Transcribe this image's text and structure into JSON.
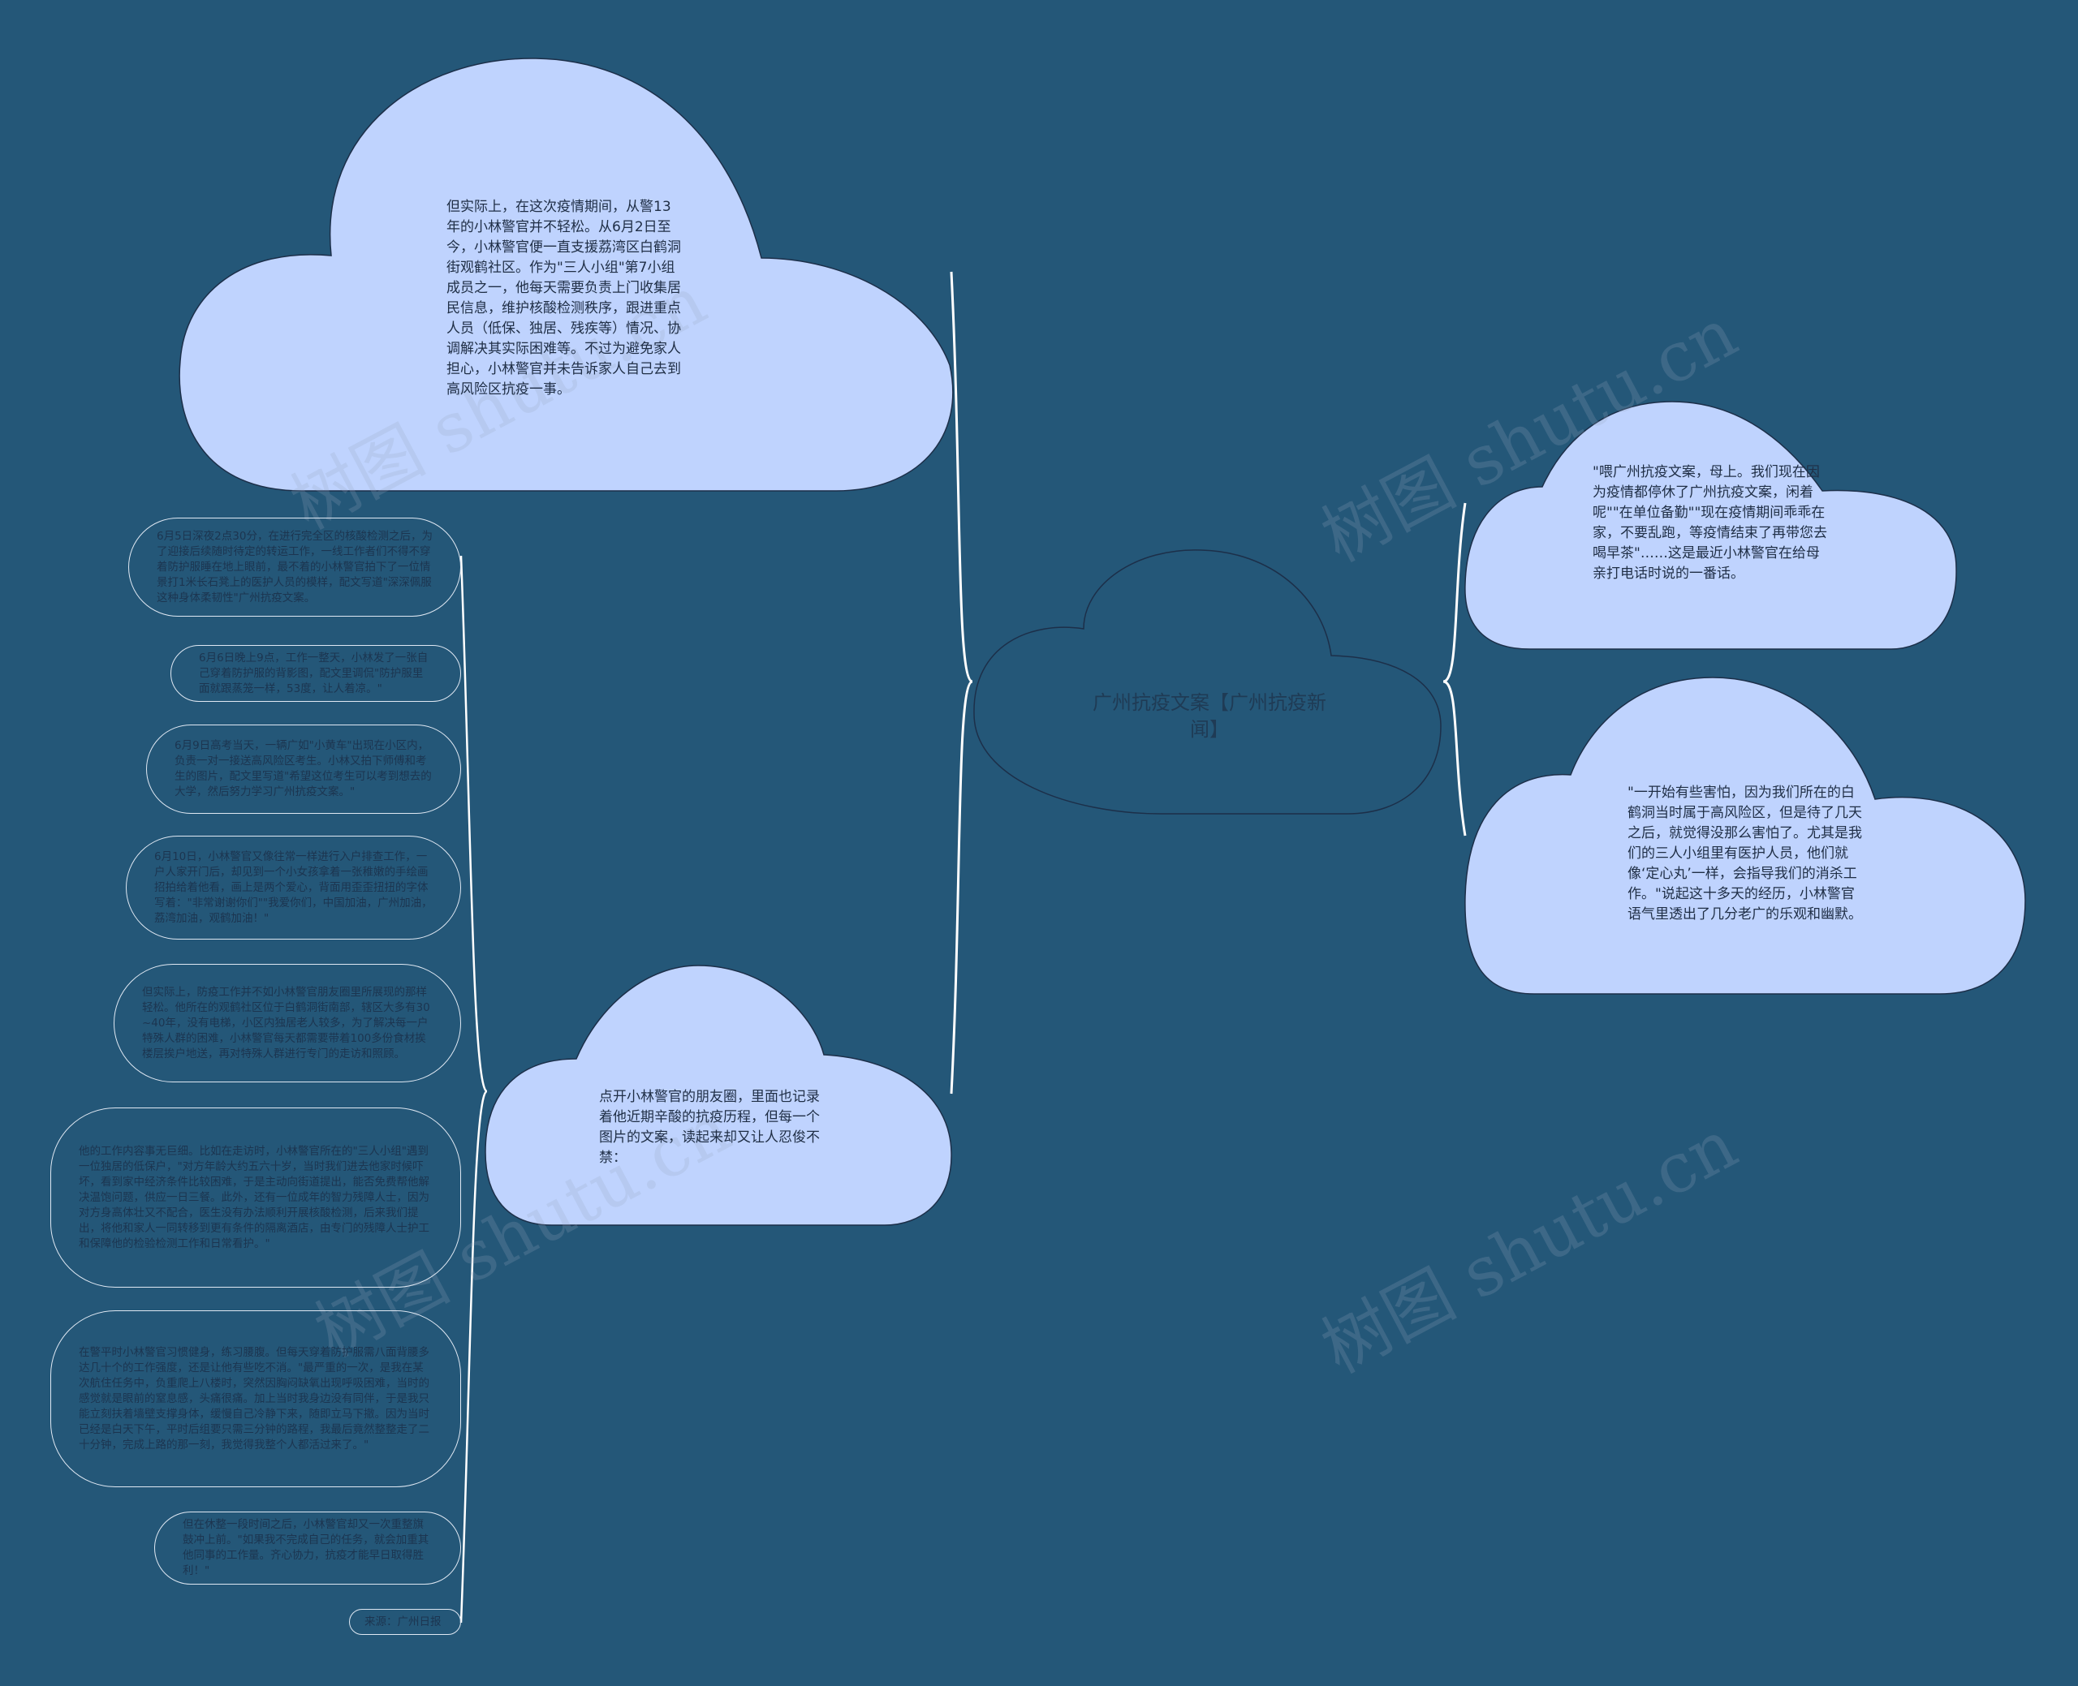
{
  "center": {
    "title": "广州抗疫文案【广州抗疫新闻】"
  },
  "top_cloud": {
    "text": "但实际上，在这次疫情期间，从警13年的小林警官并不轻松。从6月2日至今，小林警官便一直支援荔湾区白鹤洞街观鹤社区。作为\"三人小组\"第7小组成员之一，他每天需要负责上门收集居民信息，维护核酸检测秩序，跟进重点人员（低保、独居、残疾等）情况、协调解决其实际困难等。不过为避免家人担心，小林警官并未告诉家人自己去到高风险区抗疫一事。"
  },
  "bottom_cloud": {
    "text": "点开小林警官的朋友圈，里面也记录着他近期辛酸的抗疫历程，但每一个图片的文案，读起来却又让人忍俊不禁："
  },
  "right_clouds": [
    {
      "text": "\"喂广州抗疫文案，母上。我们现在因为疫情都停休了广州抗疫文案，闲着呢\"\"在单位备勤\"\"现在疫情期间乖乖在家，不要乱跑，等疫情结束了再带您去喝早茶\"……这是最近小林警官在给母亲打电话时说的一番话。"
    },
    {
      "text": "\"一开始有些害怕，因为我们所在的白鹤洞当时属于高风险区，但是待了几天之后，就觉得没那么害怕了。尤其是我们的三人小组里有医护人员，他们就像‘定心丸’一样，会指导我们的消杀工作。\"说起这十多天的经历，小林警官语气里透出了几分老广的乐观和幽默。"
    }
  ],
  "leaves": [
    {
      "text": "6月5日深夜2点30分，在进行完全区的核酸检测之后，为了迎接后续随时待定的转运工作，一线工作者们不得不穿着防护服睡在地上眼前，最不着的小林警官拍下了一位情景打1米长石凳上的医护人员的模样，配文写道\"深深佩服这种身体柔韧性\"广州抗疫文案。"
    },
    {
      "text": "6月6日晚上9点，工作一整天，小林发了一张自己穿着防护服的背影图，配文里调侃\"防护服里面就跟蒸笼一样，53度，让人着凉。\""
    },
    {
      "text": "6月9日高考当天，一辆广如\"小黄车\"出现在小区内，负责一对一接送高风险区考生。小林又拍下师傅和考生的图片，配文里写道\"希望这位考生可以考到想去的大学，然后努力学习广州抗疫文案。\""
    },
    {
      "text": "6月10日，小林警官又像往常一样进行入户排查工作，一户人家开门后，却见到一个小女孩拿着一张稚嫩的手绘画招拍给着他看，画上是两个爱心，背面用歪歪扭扭的字体写着：\"非常谢谢你们\"\"我爱你们，中国加油，广州加油，荔湾加油，观鹤加油！\""
    },
    {
      "text": "但实际上，防疫工作并不如小林警官朋友圈里所展现的那样轻松。他所在的观鹤社区位于白鹤洞街南部，辖区大多有30~40年，没有电梯，小区内独居老人较多，为了解决每一户特殊人群的困难，小林警官每天都需要带着100多份食材挨楼层挨户地送，再对特殊人群进行专门的走访和照顾。"
    },
    {
      "text": "他的工作内容事无巨细。比如在走访时，小林警官所在的\"三人小组\"遇到一位独居的低保户，\"对方年龄大约五六十岁，当时我们进去他家时候吓坏，看到家中经济条件比较困难，于是主动向街道提出，能否免费帮他解决温饱问题，供应一日三餐。此外，还有一位成年的智力残障人士，因为对方身高体壮又不配合，医生没有办法顺利开展核酸检测，后来我们提出，将他和家人一同转移到更有条件的隔离酒店，由专门的残障人士护工和保障他的检验检测工作和日常看护。\""
    },
    {
      "text": "在警平时小林警官习惯健身，练习腰腹。但每天穿着防护服需八面背腰多达几十个的工作强度，还是让他有些吃不消。\"最严重的一次，是我在某次航住任务中，负重爬上八楼时，突然因胸闷缺氧出现呼吸困难，当时的感觉就是眼前的窒息感，头痛很痛。加上当时我身边没有同伴，于是我只能立刻扶着墙壁支撑身体，缓慢自己冷静下来，随即立马下撤。因为当时已经是白天下午，平时后组要只需三分钟的路程，我最后竟然整整走了二十分钟，完成上路的那一刻，我觉得我整个人都活过来了。\""
    },
    {
      "text": "但在休整一段时间之后，小林警官却又一次重整旗鼓冲上前。\"如果我不完成自己的任务，就会加重其他同事的工作量。齐心协力，抗疫才能早日取得胜利！\""
    },
    {
      "text": "来源：广州日报"
    }
  ],
  "watermarks": [
    "树图 shutu.cn",
    "树图 shutu.cn",
    "树图 shutu.cn",
    "树图 shutu.cn"
  ],
  "colors": {
    "background": "#245778",
    "cloud_fill": "#bfd3fe",
    "cloud_stroke": "#1c2f49",
    "center_fill": "#245778",
    "connector": "#ffffff",
    "leaf_border": "#dfe8f3"
  }
}
